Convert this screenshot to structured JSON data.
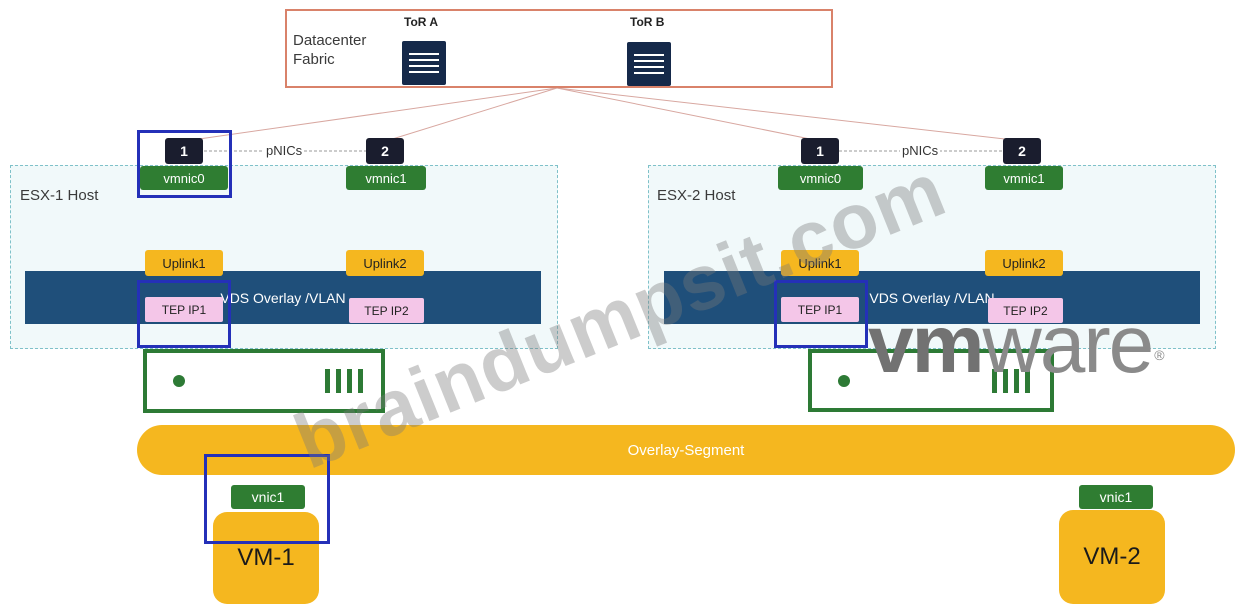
{
  "fabric": {
    "label": "Datacenter Fabric",
    "tor_a": "ToR A",
    "tor_b": "ToR B"
  },
  "hosts": [
    {
      "label": "ESX-1 Host",
      "pnic1": "1",
      "pnic2": "2",
      "pnics_label": "pNICs",
      "vmnic0": "vmnic0",
      "vmnic1": "vmnic1",
      "uplink1": "Uplink1",
      "uplink2": "Uplink2",
      "vds": "VDS Overlay /VLAN",
      "tep1": "TEP IP1",
      "tep2": "TEP IP2"
    },
    {
      "label": "ESX-2 Host",
      "pnic1": "1",
      "pnic2": "2",
      "pnics_label": "pNICs",
      "vmnic0": "vmnic0",
      "vmnic1": "vmnic1",
      "uplink1": "Uplink1",
      "uplink2": "Uplink2",
      "vds": "VDS Overlay /VLAN",
      "tep1": "TEP IP1",
      "tep2": "TEP IP2"
    }
  ],
  "segment": {
    "label": "Overlay-Segment"
  },
  "vms": [
    {
      "vnic": "vnic1",
      "name": "VM-1"
    },
    {
      "vnic": "vnic1",
      "name": "VM-2"
    }
  ],
  "logo": {
    "vm": "vm",
    "ware": "ware",
    "reg": "®"
  },
  "watermark": "braindumpsit.com",
  "colors": {
    "fabric_border": "#d9826a",
    "tor": "#15294a",
    "vds": "#1f4f7a",
    "vmnic": "#2f7d32",
    "uplink": "#f5b71f",
    "tep": "#f4c6e8",
    "highlight": "#2430b8"
  }
}
